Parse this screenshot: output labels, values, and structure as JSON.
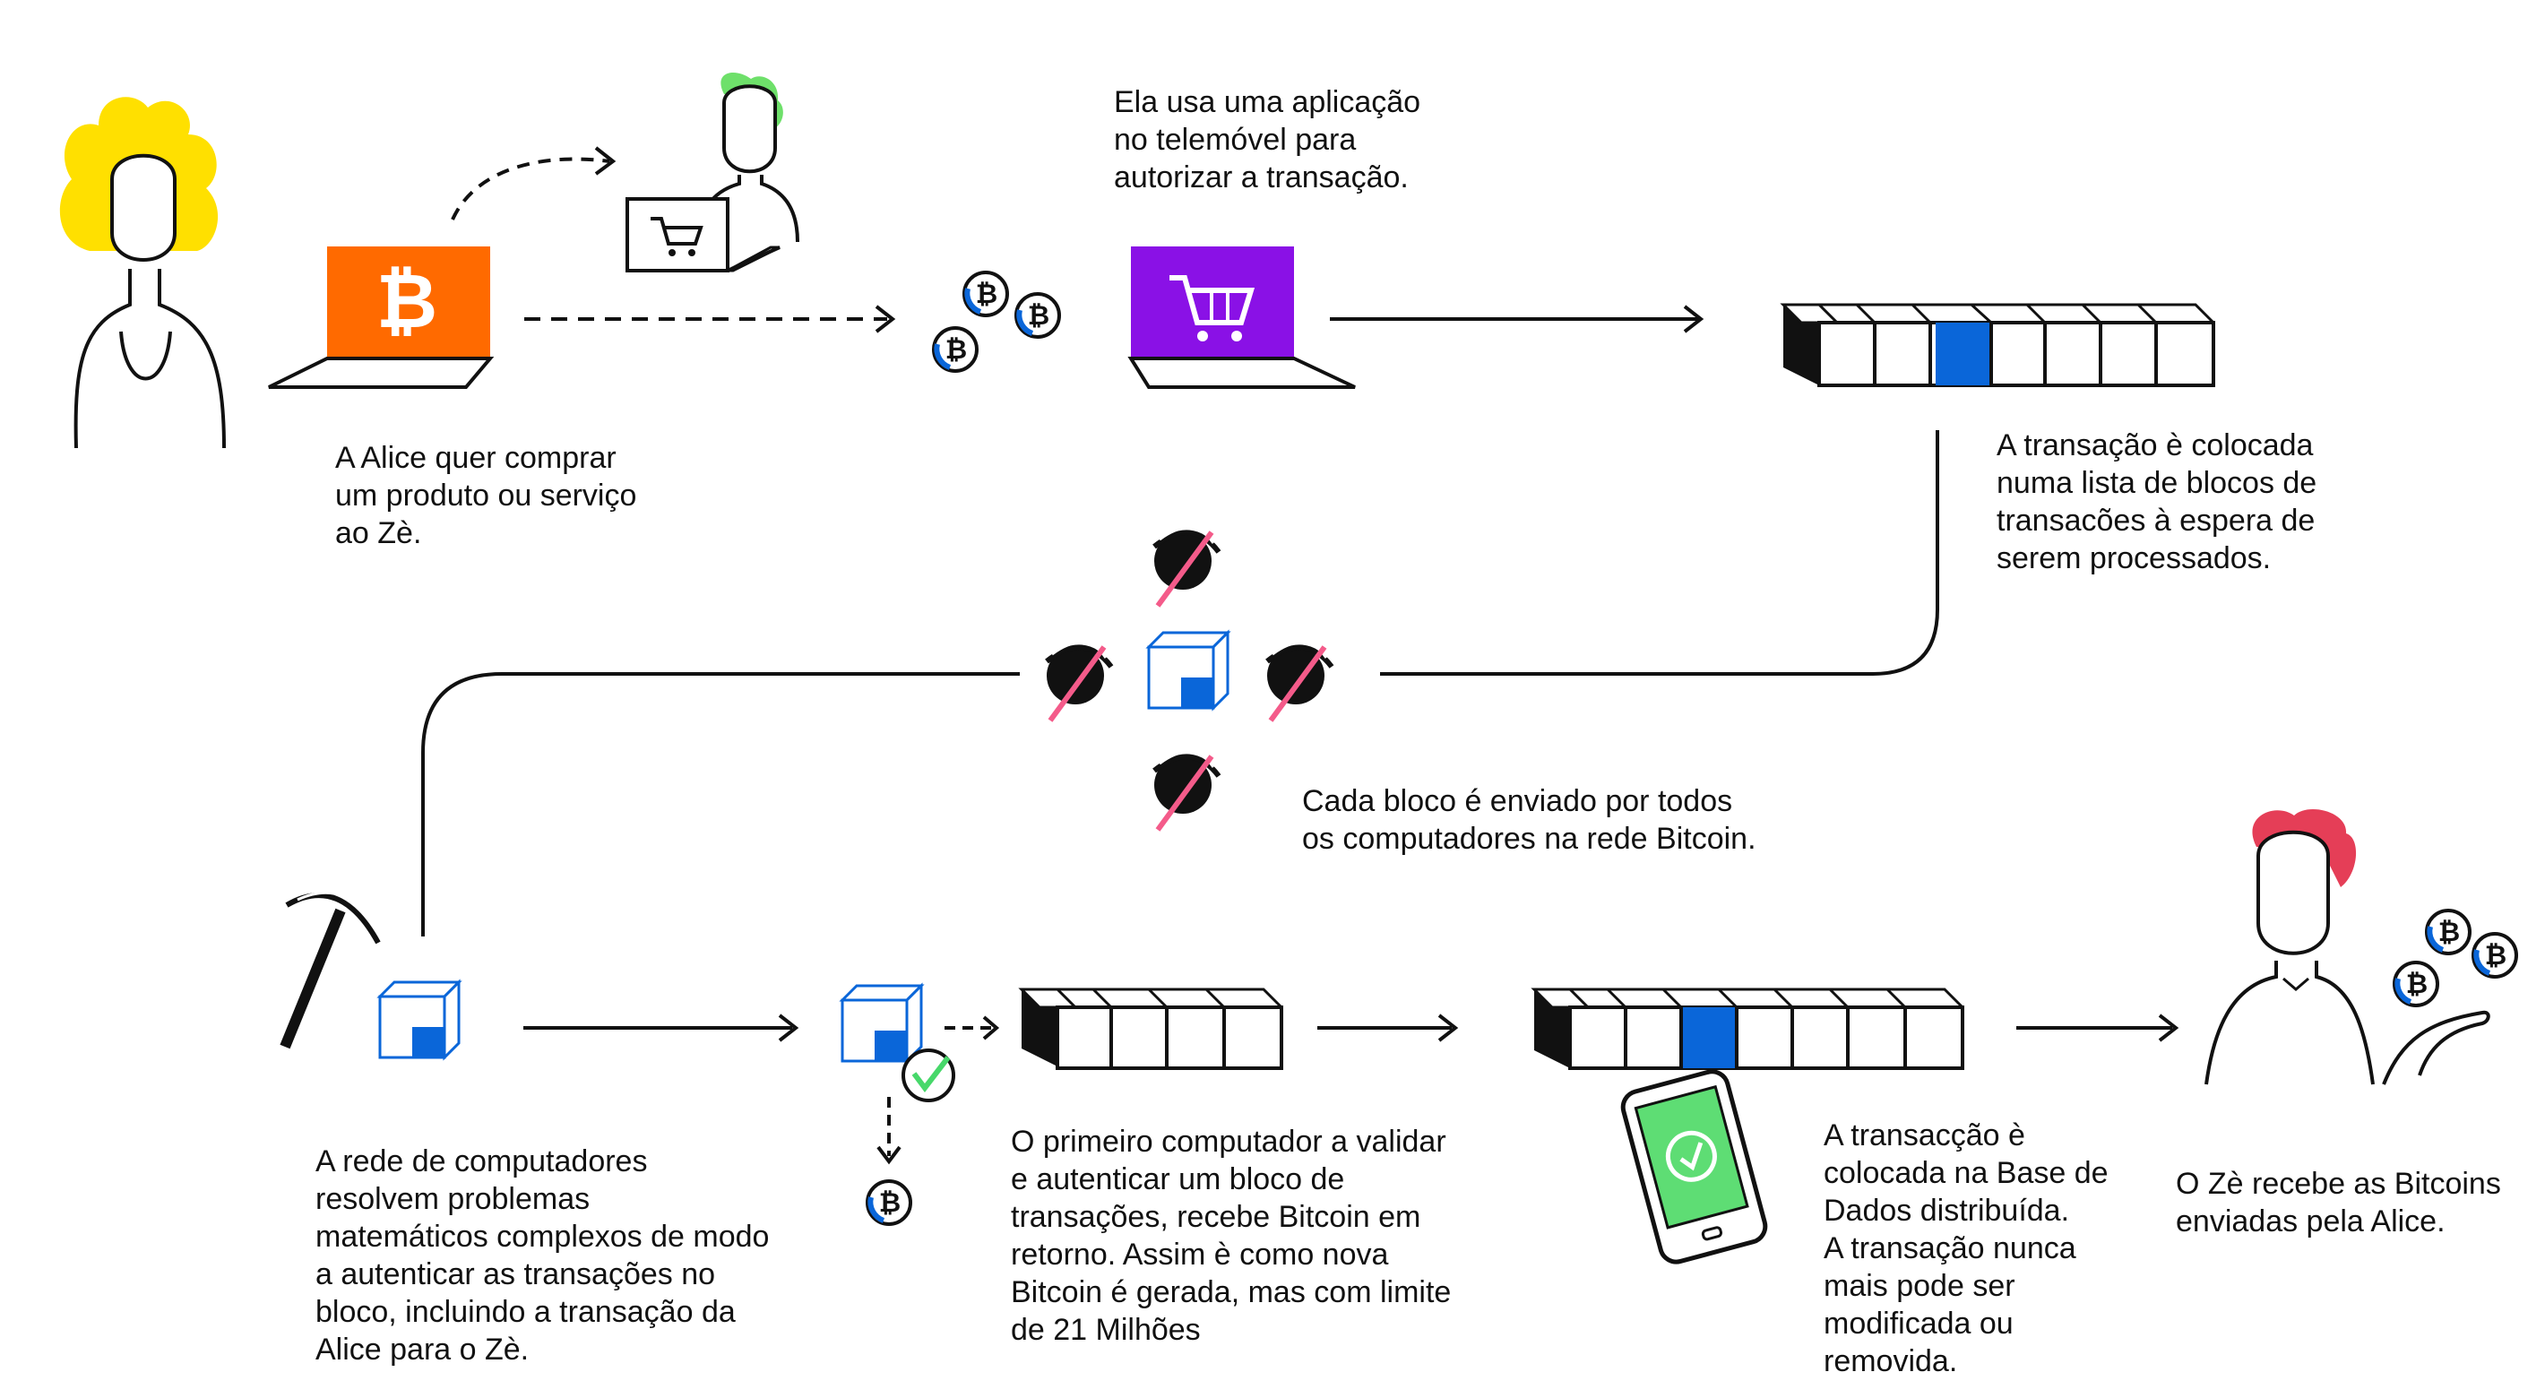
{
  "colors": {
    "alice_hair": "#FFE000",
    "merchant_hair": "#6EE06A",
    "ze_hair": "#E53E57",
    "bitcoin_screen": "#FF6A00",
    "shop_screen": "#8A11E6",
    "block_blue": "#0A66D9",
    "check_green": "#47D86A",
    "phone_screen": "#5EDD74",
    "pickaxe_slash": "#F45B8A",
    "line": "#111111"
  },
  "icons": [
    "alice-figure",
    "laptop-bitcoin-icon",
    "merchant-figure",
    "bitcoin-coin-icon",
    "laptop-cart-icon",
    "block-queue-icon",
    "pickaxe-icon",
    "cube-icon",
    "check-icon",
    "phone-icon",
    "ze-figure"
  ],
  "captions": {
    "alice_wants": [
      "A Alice quer comprar",
      "um produto ou serviço",
      "ao Zè."
    ],
    "app_authorize": [
      "Ela usa uma aplicação",
      "no telemóvel para",
      "autorizar a transação."
    ],
    "queue": [
      "A transação è colocada",
      "numa lista de blocos de",
      "transacões à espera de",
      "serem processados."
    ],
    "broadcast": [
      "Cada bloco é enviado por todos",
      "os computadores na rede Bitcoin."
    ],
    "miners": [
      "A rede de computadores",
      "resolvem problemas",
      "matemáticos complexos de modo",
      "a autenticar as transações no",
      "bloco, incluindo a transação da",
      "Alice para o Zè."
    ],
    "reward": [
      "O primeiro computador a validar",
      "e autenticar um  bloco de",
      "transações, recebe Bitcoin em",
      "retorno. Assim è como nova",
      "Bitcoin é gerada, mas com limite",
      "de 21 Milhões"
    ],
    "database": [
      "A transacção è",
      "colocada na Base de",
      "Dados distribuída.",
      "A transação nunca",
      "mais pode ser",
      "modificada ou",
      "removida."
    ],
    "ze_receives": [
      "O Zè recebe as Bitcoins",
      "enviadas pela Alice."
    ]
  }
}
